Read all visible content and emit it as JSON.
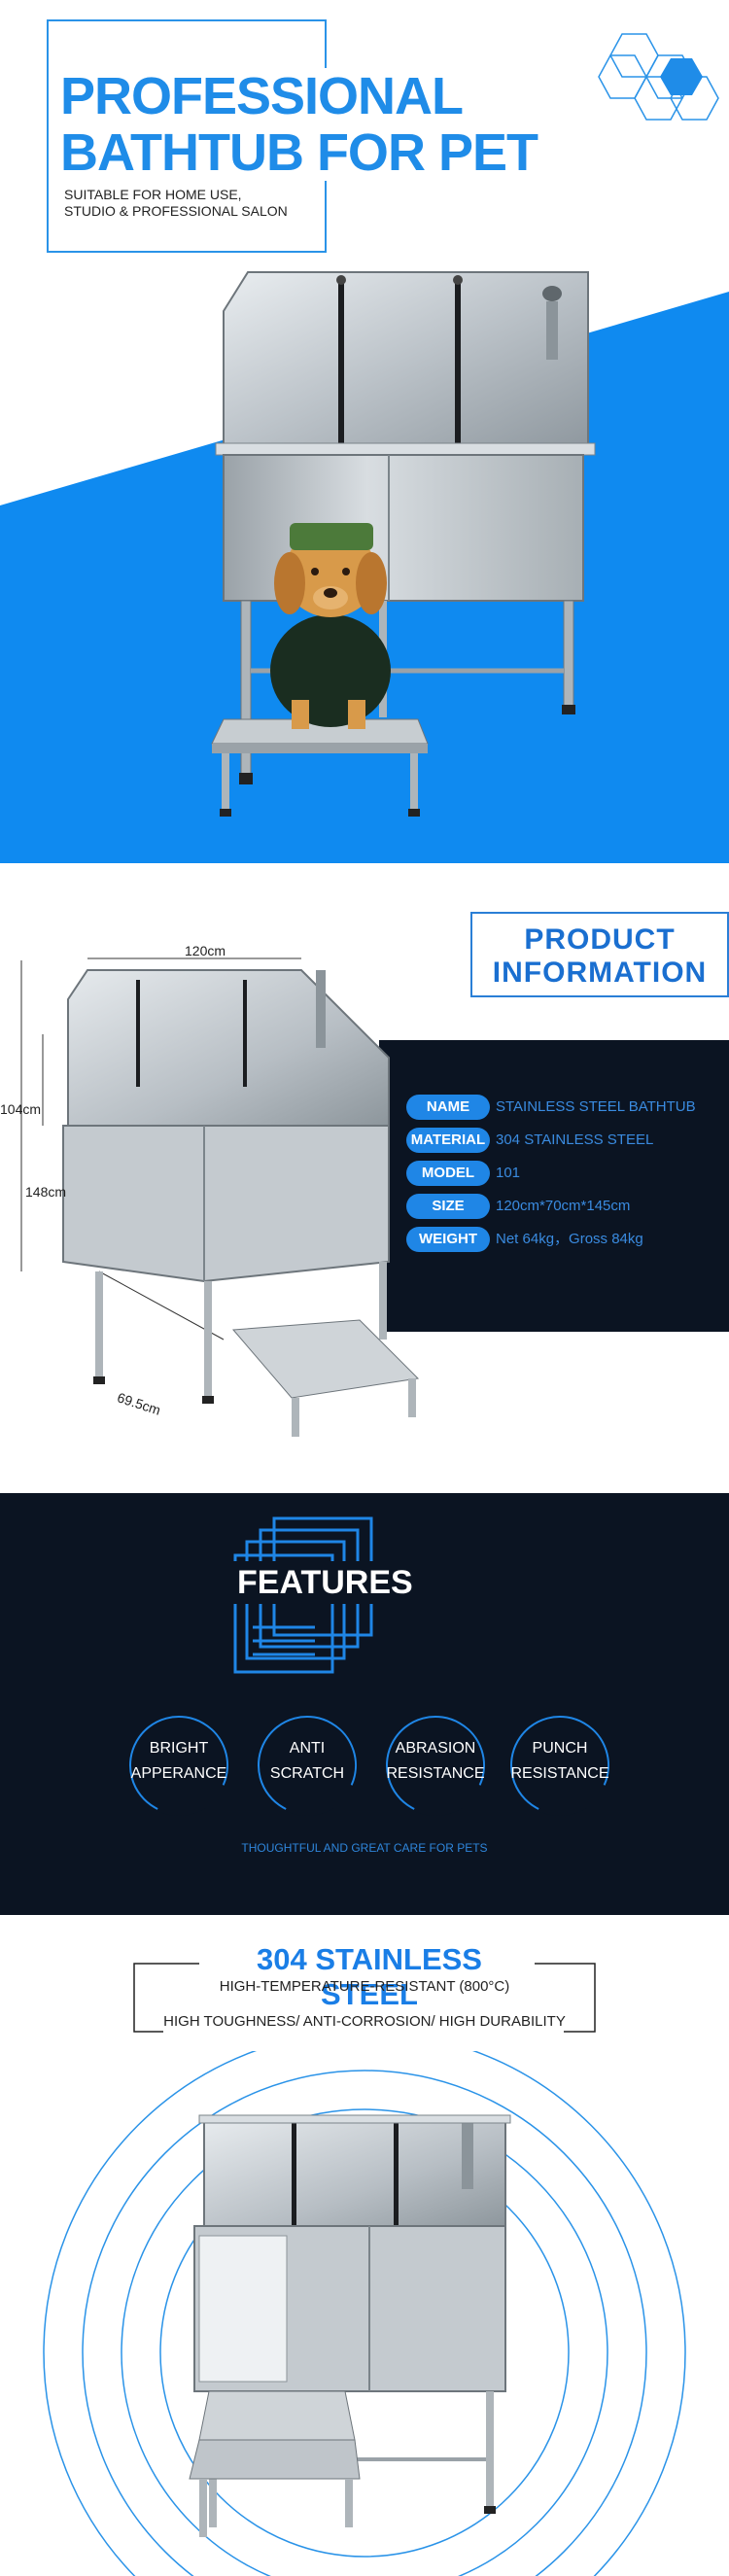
{
  "hero": {
    "title_line1": "PROFESSIONAL",
    "title_line2": "BATHTUB FOR PET",
    "subtitle_line1": "SUITABLE FOR HOME USE,",
    "subtitle_line2": "STUDIO & PROFESSIONAL SALON",
    "accent_color": "#1f8ce8"
  },
  "info": {
    "title_line1": "PRODUCT",
    "title_line2": "INFORMATION",
    "dimensions": {
      "width": "120cm",
      "height_tub": "104cm",
      "height_total": "148cm",
      "depth": "69.5cm"
    },
    "specs": [
      {
        "label": "NAME",
        "value": "STAINLESS STEEL BATHTUB"
      },
      {
        "label": "MATERIAL",
        "value": "304 STAINLESS STEEL"
      },
      {
        "label": "MODEL",
        "value": "101"
      },
      {
        "label": "SIZE",
        "value": "120cm*70cm*145cm"
      },
      {
        "label": "WEIGHT",
        "value": "Net 64kg，Gross 84kg"
      }
    ]
  },
  "features": {
    "title": "FEATURES",
    "items": [
      {
        "line1": "BRIGHT",
        "line2": "APPERANCE"
      },
      {
        "line1": "ANTI",
        "line2": "SCRATCH"
      },
      {
        "line1": "ABRASION",
        "line2": "RESISTANCE"
      },
      {
        "line1": "PUNCH",
        "line2": "RESISTANCE"
      }
    ],
    "caption": "THOUGHTFUL AND GREAT CARE FOR PETS",
    "background_color": "#0b1422"
  },
  "steel": {
    "title": "304 STAINLESS STEEL",
    "line1": "HIGH-TEMPERATURE-RESISTANT (800°C)",
    "line2": "HIGH TOUGHNESS/ ANTI-CORROSION/ HIGH DURABILITY"
  }
}
